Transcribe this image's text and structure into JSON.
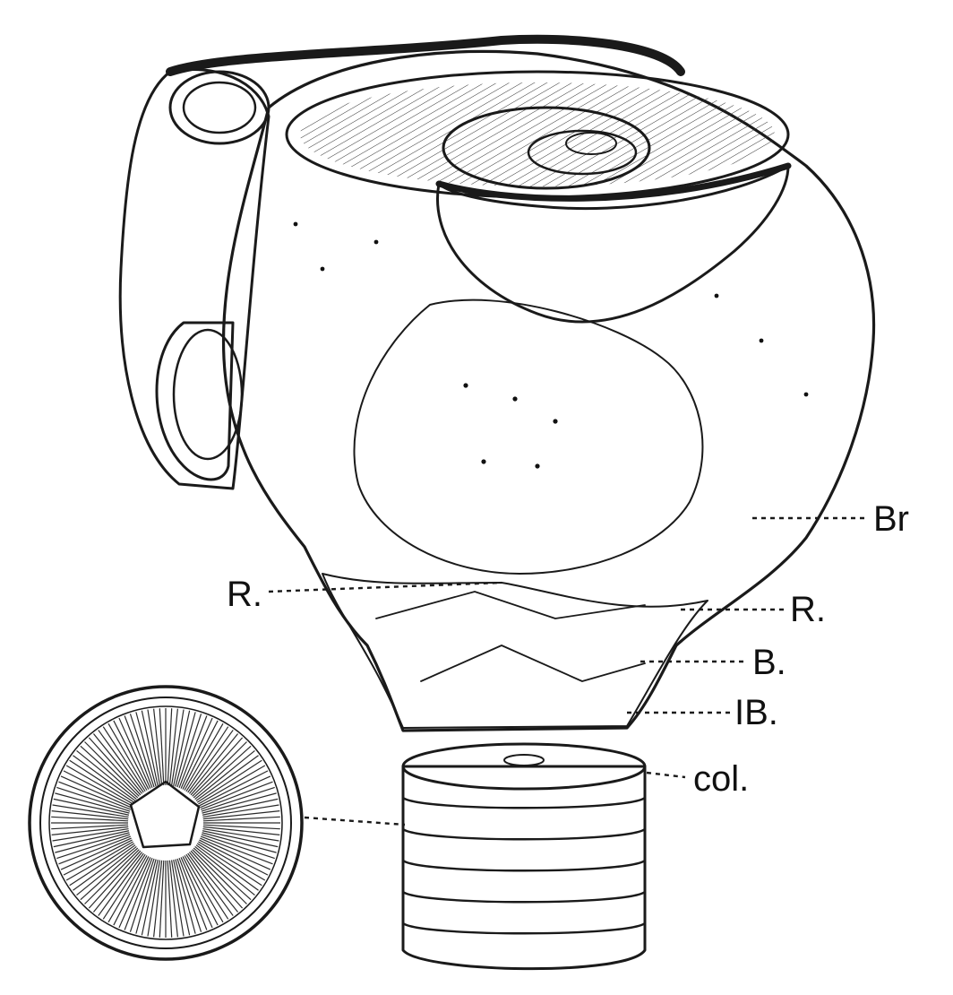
{
  "labels": {
    "br": "Br",
    "r_left": "R.",
    "r_right": "R.",
    "b": "B.",
    "ib": "IB.",
    "col": "col."
  }
}
